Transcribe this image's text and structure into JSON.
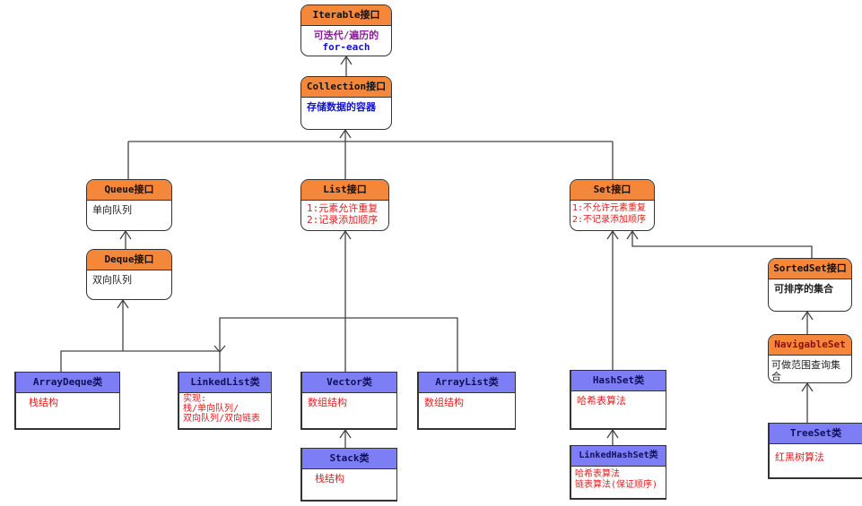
{
  "boxes": {
    "iterable": {
      "title": "Iterable接口",
      "line1": "可迭代/遍历的",
      "line2": "for-each"
    },
    "collection": {
      "title": "Collection接口",
      "body": "存储数据的容器"
    },
    "queue": {
      "title": "Queue接口",
      "body": "单向队列"
    },
    "list": {
      "title": "List接口",
      "body": "1:元素允许重复\n2:记录添加顺序"
    },
    "set": {
      "title": "Set接口",
      "body": "1:不允许元素重复\n2:不记录添加顺序"
    },
    "deque": {
      "title": "Deque接口",
      "body": "双向队列"
    },
    "sortedset": {
      "title": "SortedSet接口",
      "body": "可排序的集合"
    },
    "navigableset": {
      "title": "NavigableSet",
      "body": "可做范围查询集合"
    },
    "arraydeque": {
      "title": "ArrayDeque类",
      "body": "栈结构"
    },
    "linkedlist": {
      "title": "LinkedList类",
      "body": "实现:\n栈/单向队列/\n双向队列/双向链表"
    },
    "vector": {
      "title": "Vector类",
      "body": "数组结构"
    },
    "arraylist": {
      "title": "ArrayList类",
      "body": "数组结构"
    },
    "hashset": {
      "title": "HashSet类",
      "body": "哈希表算法"
    },
    "stack": {
      "title": "Stack类",
      "body": "栈结构"
    },
    "linkedhashset": {
      "title": "LinkedHashSet类",
      "body": "哈希表算法\n链表算法(保证顺序)"
    },
    "treeset": {
      "title": "TreeSet类",
      "body": "红黑树算法"
    }
  },
  "colors": {
    "interface_header": "#f5873a",
    "class_header": "#7d7df5",
    "text_red": "#e02020",
    "text_blue": "#1010d0"
  }
}
